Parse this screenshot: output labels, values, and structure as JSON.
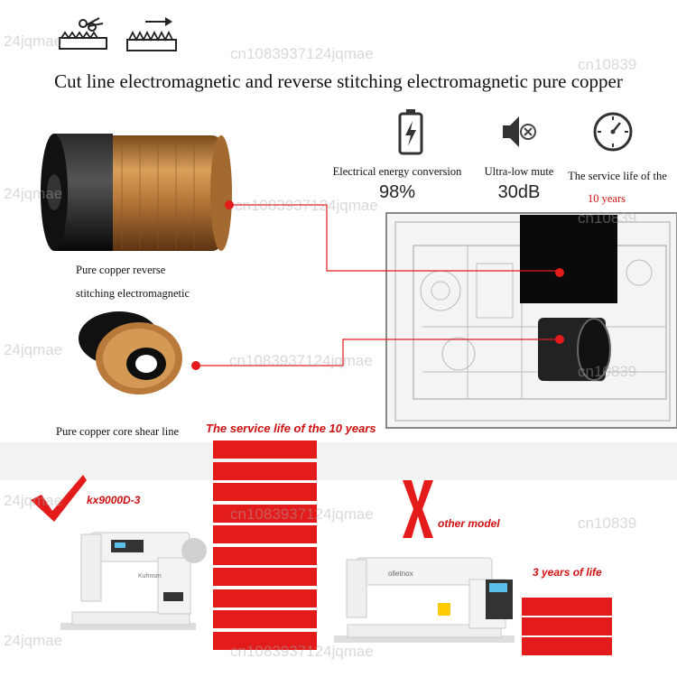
{
  "header": {
    "title": "Cut line electromagnetic and reverse stitching electromagnetic pure copper",
    "icons": [
      "scissors-cut-icon",
      "reverse-stitch-icon"
    ]
  },
  "specs": [
    {
      "icon": "battery-icon",
      "label": "Electrical energy conversion",
      "value": "98%"
    },
    {
      "icon": "mute-speaker-icon",
      "label": "Ultra-low mute",
      "value": "30dB"
    },
    {
      "icon": "clock-icon",
      "label": "The service life of the",
      "value": "10 years"
    }
  ],
  "coils": [
    {
      "label_line1": "Pure copper reverse",
      "label_line2": "stitching electromagnetic"
    },
    {
      "label_line1": "Pure copper core shear line"
    }
  ],
  "comparison": {
    "headline": "The service life of the 10 years",
    "ours": {
      "model": "kx9000D-3",
      "years": 10,
      "machine_brand": "Kuhnsm",
      "mark": "check-icon"
    },
    "other": {
      "model": "other model",
      "years_label": "3 years of life",
      "years": 3,
      "machine_brand": "olletnox",
      "mark": "x-icon"
    }
  },
  "colors": {
    "accent": "#e31b1b",
    "coil_copper": "#c98a3e",
    "coil_black": "#151515"
  },
  "watermarks": [
    "24jqmae",
    "cn1083937124jqmae",
    "cn10839",
    "24jqmae",
    "cn1083937124jqmae",
    "cn10839",
    "24jqmae",
    "cn1083937124jqmae",
    "cn10839",
    "24jqmae",
    "cn1083937124jqmae",
    "cn10839",
    "24jqmae",
    "cn1083937124jqmae"
  ]
}
